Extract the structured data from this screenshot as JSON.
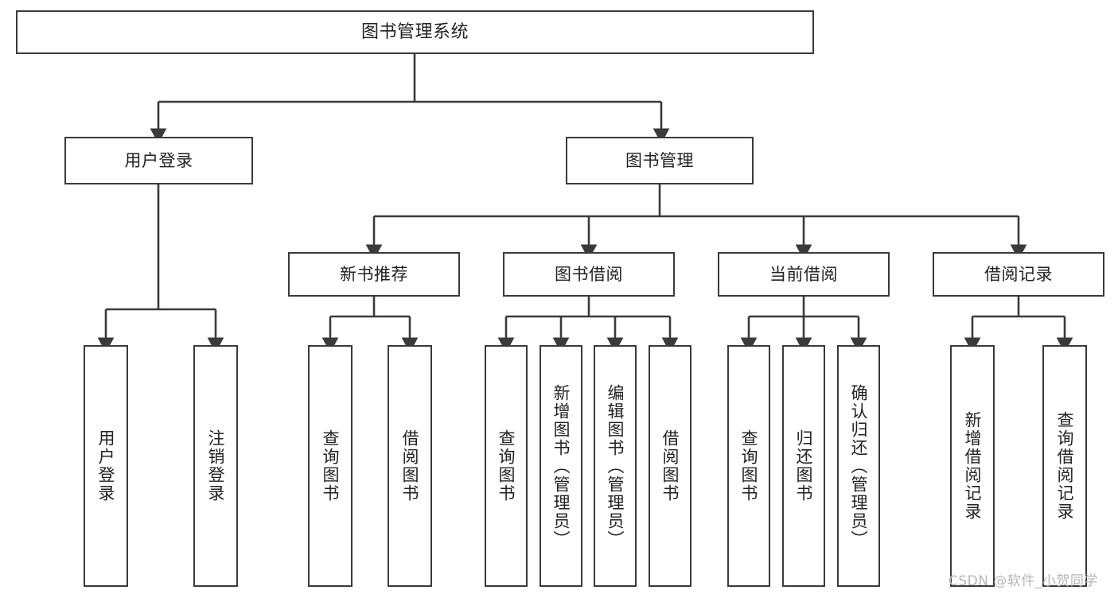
{
  "diagram": {
    "title": "图书管理系统",
    "type": "tree-hierarchy-chart",
    "colors": {
      "box_border": "#3a3a3a",
      "box_fill": "#ffffff",
      "connector": "#3a3a3a",
      "text": "#222222",
      "watermark": "#b6b6b6"
    },
    "root": {
      "id": "root",
      "label": "图书管理系统"
    },
    "level2": [
      {
        "id": "user-login",
        "label": "用户登录"
      },
      {
        "id": "book-management",
        "label": "图书管理"
      }
    ],
    "level3": [
      {
        "id": "new-book-recommend",
        "label": "新书推荐"
      },
      {
        "id": "book-borrow",
        "label": "图书借阅"
      },
      {
        "id": "current-borrow",
        "label": "当前借阅"
      },
      {
        "id": "borrow-record",
        "label": "借阅记录"
      }
    ],
    "leaves": {
      "user_login": [
        {
          "id": "leaf-user-login",
          "label": "用户登录"
        },
        {
          "id": "leaf-logout-login",
          "label": "注销登录"
        }
      ],
      "new_book_recommend": [
        {
          "id": "leaf-query-book-1",
          "label": "查询图书"
        },
        {
          "id": "leaf-borrow-book-1",
          "label": "借阅图书"
        }
      ],
      "book_borrow": [
        {
          "id": "leaf-query-book-2",
          "label": "查询图书"
        },
        {
          "id": "leaf-add-book",
          "label": "新增图书（管理员）"
        },
        {
          "id": "leaf-edit-book",
          "label": "编辑图书（管理员）"
        },
        {
          "id": "leaf-borrow-book-2",
          "label": "借阅图书"
        }
      ],
      "current_borrow": [
        {
          "id": "leaf-query-book-3",
          "label": "查询图书"
        },
        {
          "id": "leaf-return-book",
          "label": "归还图书"
        },
        {
          "id": "leaf-confirm-return",
          "label": "确认归还（管理员）"
        }
      ],
      "borrow_record": [
        {
          "id": "leaf-add-record",
          "label": "新增借阅记录"
        },
        {
          "id": "leaf-query-record",
          "label": "查询借阅记录"
        }
      ]
    }
  },
  "watermark": {
    "text": "CSDN @软件_小贺同学"
  }
}
